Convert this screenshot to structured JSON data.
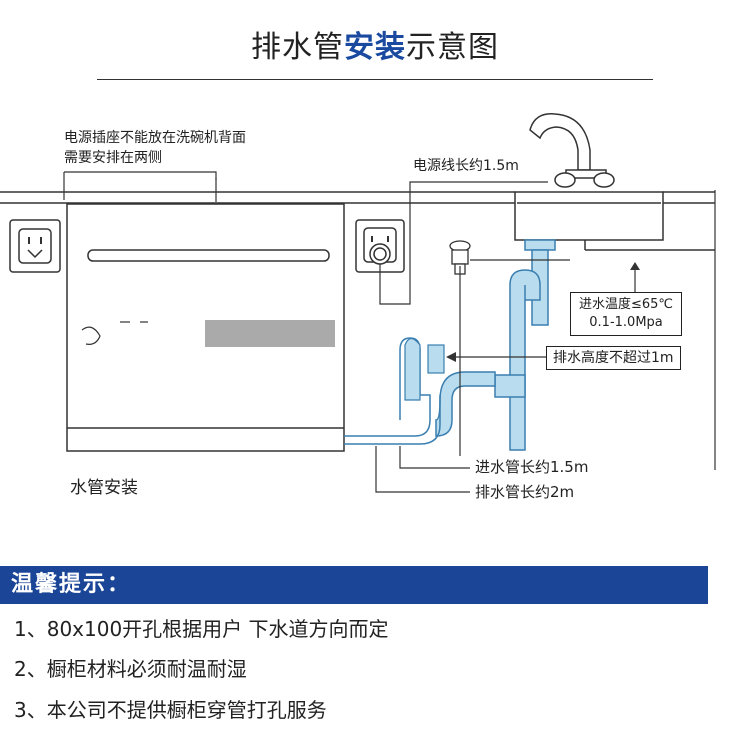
{
  "title": {
    "part1": "排水管",
    "highlight": "安装",
    "part2": "示意图"
  },
  "labels": {
    "socket_note_line1": "电源插座不能放在洗碗机背面",
    "socket_note_line2": "需要安排在两侧",
    "power_cord": "电源线长约1.5m",
    "inlet_temp_line1": "进水温度≤65℃",
    "inlet_temp_line2": "0.1-1.0Mpa",
    "drain_height": "排水高度不超过1m",
    "inlet_hose": "进水管长约1.5m",
    "drain_hose": "排水管长约2m",
    "caption": "水管安装"
  },
  "tips": {
    "heading": "温馨提示：",
    "items": [
      "1、80x100开孔根据用户 下水道方向而定",
      "2、橱柜材料必须耐温耐湿",
      "3、本公司不提供橱柜穿管打孔服务"
    ]
  },
  "colors": {
    "accent": "#1b4596",
    "pipe": "#b9dcee",
    "pipe_stroke": "#3a7fb0"
  }
}
